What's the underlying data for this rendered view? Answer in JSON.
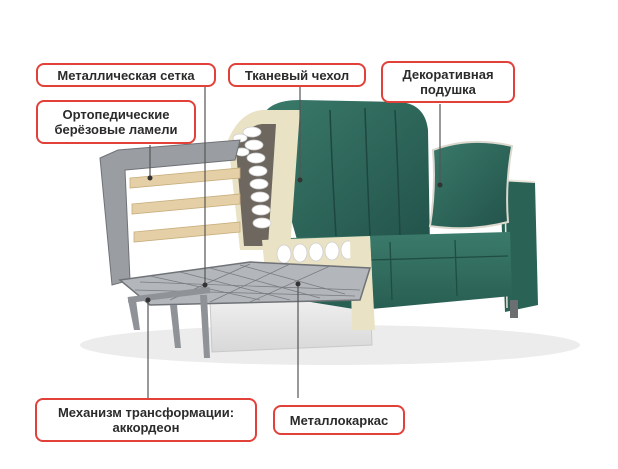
{
  "callouts": {
    "metal_mesh": "Металлическая сетка",
    "fabric_cover": "Тканевый чехол",
    "decor_pillow_line1": "Декоративная",
    "decor_pillow_line2": "подушка",
    "ortho_line1": "Ортопедические",
    "ortho_line2": "берёзовые ламели",
    "mechanism_line1": "Механизм трансформации:",
    "mechanism_line2": "аккордеон",
    "metal_frame": "Металлокаркас"
  },
  "colors": {
    "callout_border": "#e2413a",
    "leader_line": "#555555",
    "upholstery": "#2f6a5c",
    "upholstery_dark": "#22524a",
    "frame_metal": "#8f9296",
    "lamella_wood": "#e4cfa6",
    "foam": "#e9e2c4"
  }
}
